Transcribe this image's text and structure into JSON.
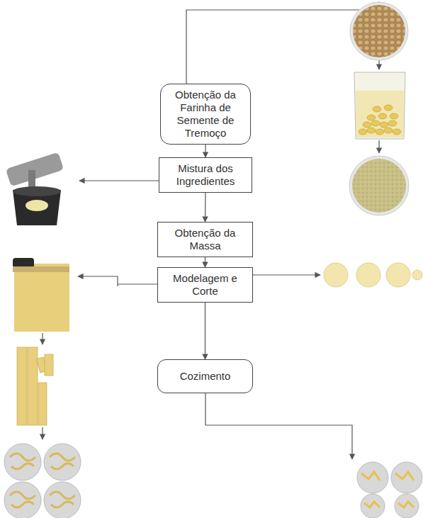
{
  "diagram": {
    "nodes": [
      {
        "text": [
          "Obtenção da Farinha de Semente de Tremoço"
        ]
      },
      {
        "text": [
          "Mistura dos Ingredientes"
        ]
      },
      {
        "text": [
          "Obtenção da Massa"
        ]
      },
      {
        "text": [
          "Modelagem e Corte"
        ]
      },
      {
        "text": [
          "Cozimento"
        ]
      }
    ],
    "edges": [
      {
        "from": 0,
        "to": 1,
        "arrow": "to"
      },
      {
        "from": 1,
        "to": 2,
        "arrow": "to"
      },
      {
        "from": 2,
        "to": 3,
        "arrow": "to"
      },
      {
        "from": 3,
        "to": 4,
        "arrow": "to"
      }
    ]
  }
}
